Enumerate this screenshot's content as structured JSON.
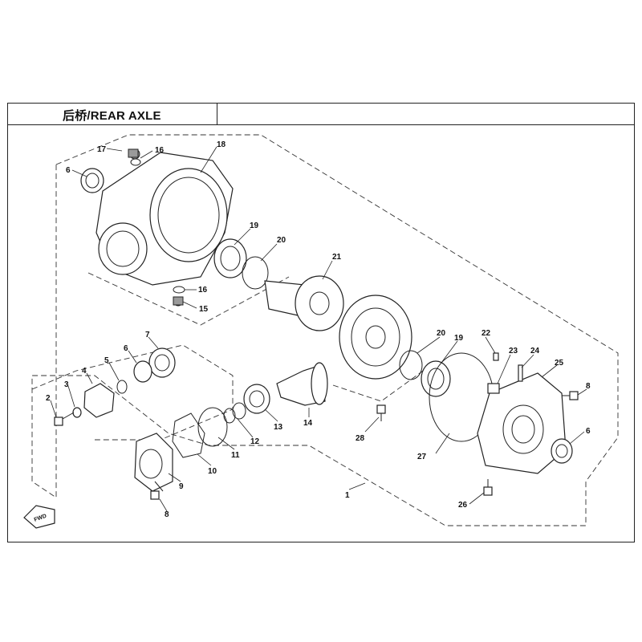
{
  "title": "后桥/REAR AXLE",
  "fwd_label": "FWD",
  "callouts": {
    "c1": "1",
    "c2": "2",
    "c3": "3",
    "c4": "4",
    "c5": "5",
    "c6a": "6",
    "c6b": "6",
    "c7": "7",
    "c8a": "8",
    "c8b": "8",
    "c9": "9",
    "c10": "10",
    "c11": "11",
    "c12": "12",
    "c13": "13",
    "c14": "14",
    "c15": "15",
    "c16a": "16",
    "c16b": "16",
    "c17": "17",
    "c18": "18",
    "c19a": "19",
    "c19b": "19",
    "c20a": "20",
    "c20b": "20",
    "c21": "21",
    "c22": "22",
    "c23": "23",
    "c24": "24",
    "c25": "25",
    "c26": "26",
    "c27": "27",
    "c28": "28"
  },
  "colors": {
    "line": "#222222",
    "shade": "#9a9a9a",
    "background": "#ffffff"
  }
}
